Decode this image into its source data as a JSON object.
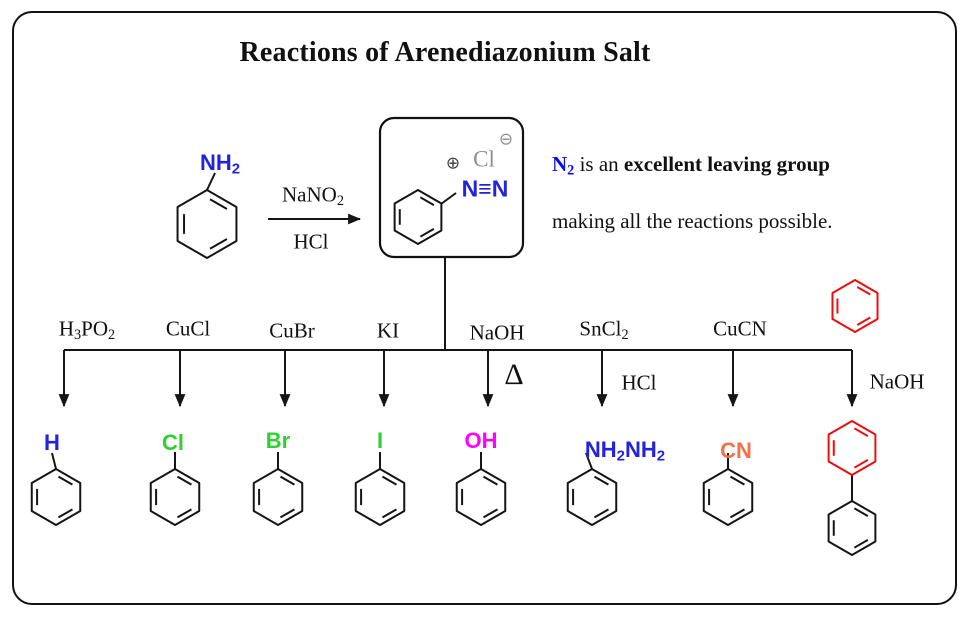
{
  "title": "Reactions of Arenediazonium Salt",
  "colors": {
    "black": "#151515",
    "blue": "#2323dd",
    "note_blue": "#0b0bee",
    "green": "#2fd02f",
    "magenta": "#ff00ff",
    "coral": "#f4704a",
    "red": "#ee0d0d",
    "gray": "#8f8f8f",
    "dark_gray": "#3c3c3c"
  },
  "aniline": {
    "substituent": "NH{2}"
  },
  "step1": {
    "reagent_above": "NaNO{2}",
    "reagent_below": "HCl"
  },
  "diazonium": {
    "plus_charge": "⊕",
    "counterion": "Cl",
    "minus_charge": "⊖",
    "azo_group": "N≡N"
  },
  "note": {
    "n2": "N{2}",
    "mid": " is an ",
    "emphasis": "excellent leaving group",
    "line2": "making all the reactions possible."
  },
  "branches": [
    {
      "reagent": "H{3}PO{2}",
      "condition": "",
      "product_label": "H",
      "product_color": "#2323dd"
    },
    {
      "reagent": "CuCl",
      "condition": "",
      "product_label": "Cl",
      "product_color": "#2fd02f"
    },
    {
      "reagent": "CuBr",
      "condition": "",
      "product_label": "Br",
      "product_color": "#2fd02f"
    },
    {
      "reagent": "KI",
      "condition": "",
      "product_label": "I",
      "product_color": "#2fd02f"
    },
    {
      "reagent": "NaOH",
      "condition": "Δ",
      "product_label": "OH",
      "product_color": "#ff00ff"
    },
    {
      "reagent": "SnCl{2}",
      "condition": "HCl",
      "product_label": "NH{2}NH{2}",
      "product_color": "#2323dd"
    },
    {
      "reagent": "CuCN",
      "condition": "",
      "product_label": "CN",
      "product_color": "#f4704a"
    },
    {
      "reagent_icon": "benzene-ring-icon",
      "reagent": "",
      "condition": "NaOH",
      "product_label": "",
      "product_icon": "biphenyl-icon"
    }
  ]
}
